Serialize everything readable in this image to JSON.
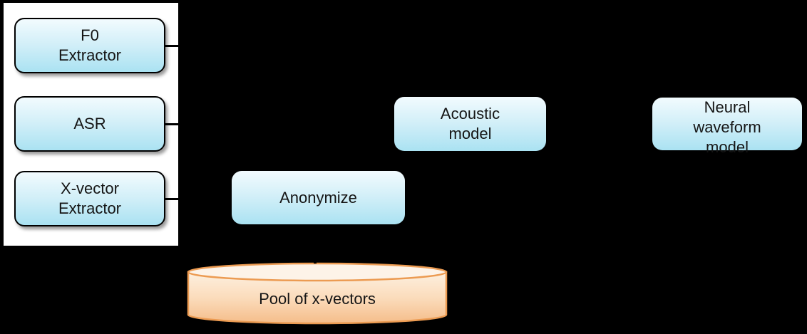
{
  "palette": {
    "background": "#000000",
    "panel-bg": "#ffffff",
    "box-border": "#000000",
    "box-top": "#f2fbfe",
    "box-mid": "#d2eff8",
    "box-bottom": "#aae2f2",
    "text": "#151515",
    "cyl-border": "#ec9b52",
    "cyl-top-fill": "#fdf3e8",
    "cyl-body-top": "#fdf0e0",
    "cyl-body-mid": "#fbdcbc",
    "cyl-body-bottom": "#f5bd8a"
  },
  "panel": {
    "boxes": [
      {
        "label": "F0\nExtractor"
      },
      {
        "label": "ASR"
      },
      {
        "label": "X-vector\nExtractor"
      }
    ]
  },
  "flow": {
    "anonymize": {
      "label": "Anonymize"
    },
    "acoustic": {
      "label": "Acoustic\nmodel"
    },
    "neural": {
      "label": "Neural\nwaveform\nmodel"
    }
  },
  "datastore": {
    "label": "Pool of x-vectors"
  }
}
